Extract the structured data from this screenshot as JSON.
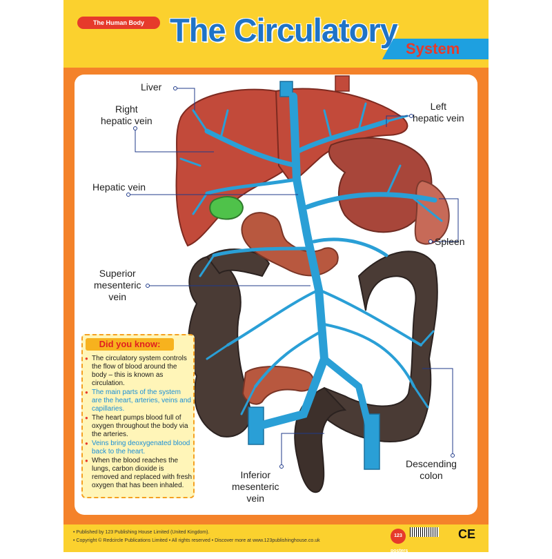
{
  "header": {
    "series_tag": "The Human Body",
    "title": "The Circulatory",
    "subtitle": "System"
  },
  "labels": {
    "liver": "Liver",
    "right_hepatic_vein": "Right\nhepatic vein",
    "left_hepatic_vein": "Left\nhepatic vein",
    "hepatic_vein": "Hepatic vein",
    "spleen": "Spleen",
    "superior_mesenteric_vein": "Superior\nmesenteric\nvein",
    "inferior_mesenteric_vein": "Inferior\nmesenteric\nvein",
    "descending_colon": "Descending\ncolon"
  },
  "did_you_know": {
    "title": "Did you know:",
    "facts": [
      "The circulatory system controls the flow of blood around the body – this is known as circulation.",
      "The main parts of the system are the heart, arteries, veins and capillaries.",
      "The heart pumps blood full of oxygen throughout the body via the arteries.",
      "Veins bring deoxygenated blood back to the heart.",
      "When the blood reaches the lungs, carbon dioxide is removed and replaced with fresh oxygen that has been inhaled."
    ]
  },
  "footer": {
    "published": "• Published by 123 Publishing House Limited (United Kingdom).",
    "copyright": "• Copyright © Redcircle Publications Limited   • All rights reserved   • Discover more at www.123publishinghouse.co.uk",
    "brand": "123 posters",
    "ce_mark": "CE"
  },
  "colors": {
    "title_blue": "#1f73c7",
    "frame_orange": "#f4822a",
    "band_yellow": "#fbd12e",
    "vein_blue": "#2a9fd6",
    "liver_red": "#c24a3a",
    "colon_dark": "#4a3b35"
  }
}
